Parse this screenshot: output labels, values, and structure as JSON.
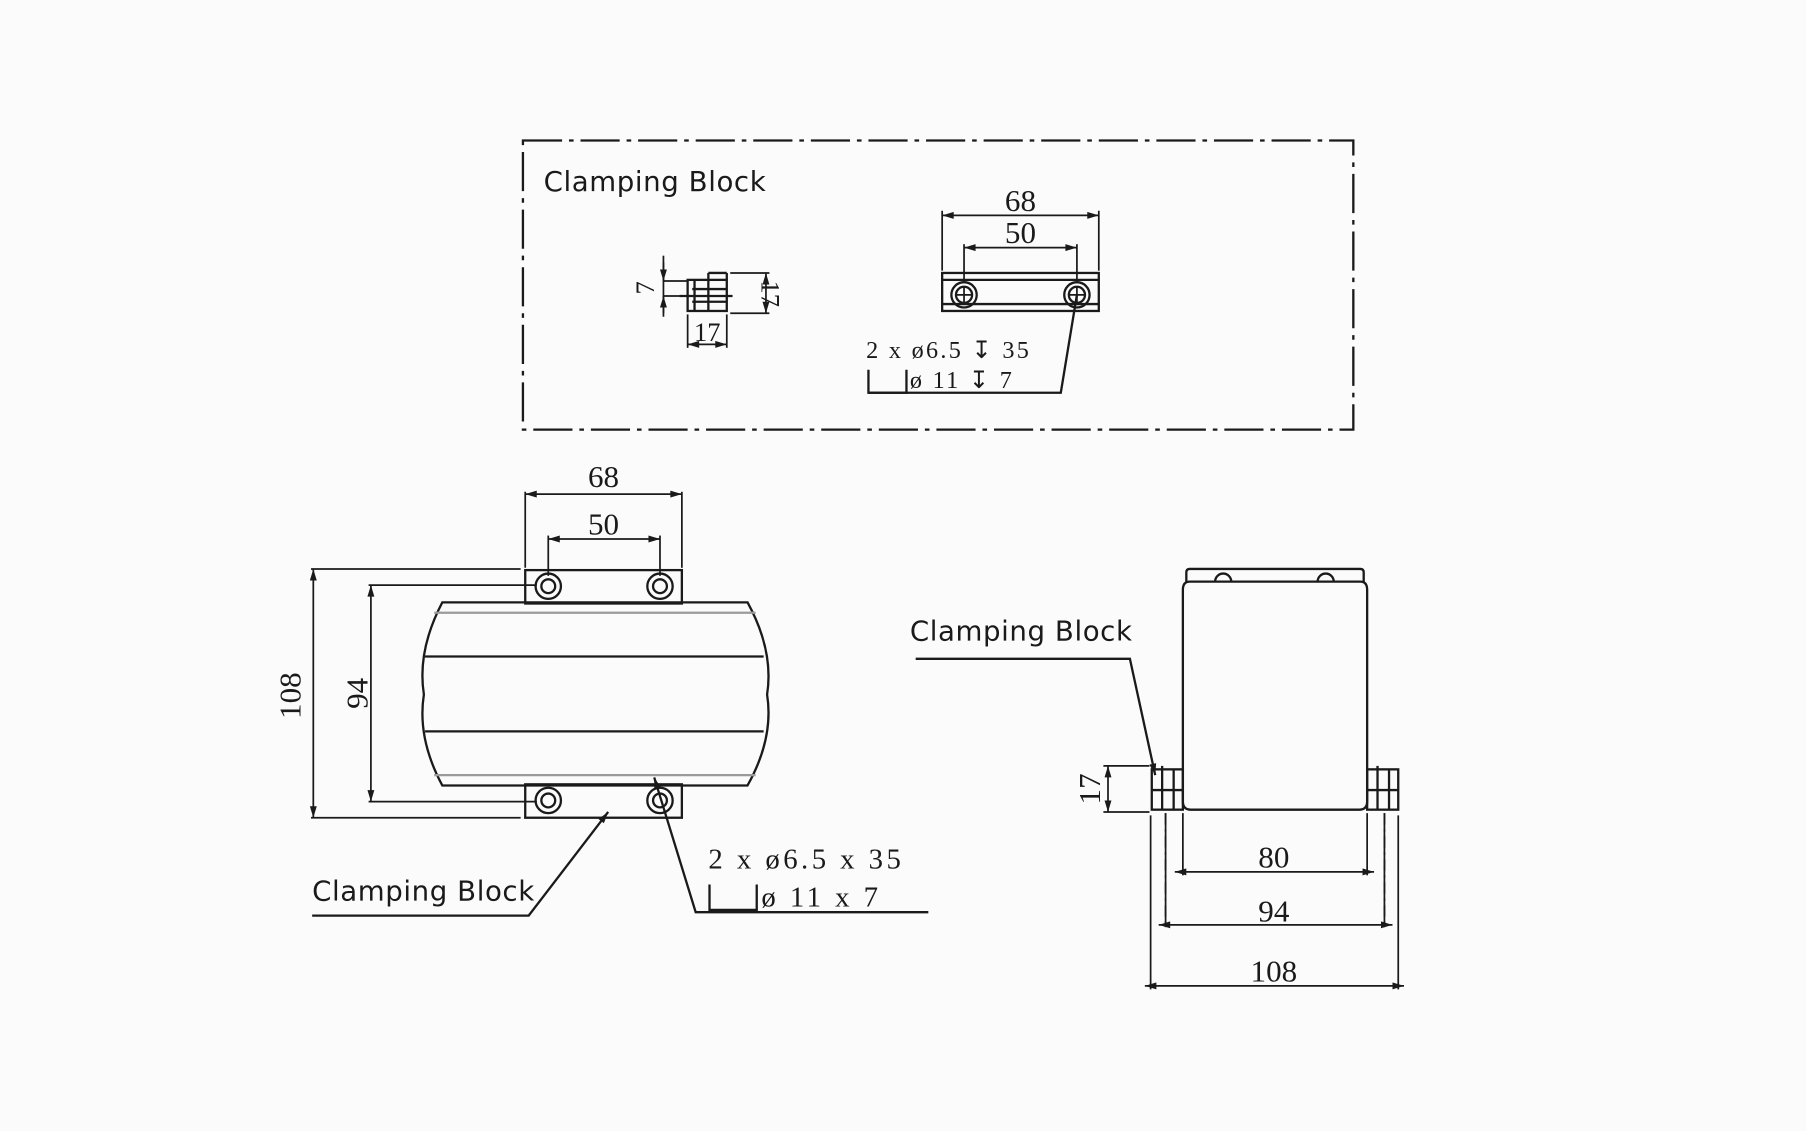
{
  "drawing": {
    "title": "Current transformer outline drawing with clamping block",
    "detail_box": {
      "label": "Clamping Block",
      "side_view": {
        "height_small": "7",
        "height": "17",
        "width": "17"
      },
      "top_view": {
        "overall_length": "68",
        "hole_spacing": "50"
      },
      "hole_note_line1": "2 x ø6.5 ↧ 35",
      "hole_note_line2_prefix": "⌴",
      "hole_note_line2": "ø 11 ↧ 7",
      "hole_note_parts": {
        "count": "2 x",
        "dia_symbol": "ø",
        "dia": "6.5",
        "depth_symbol": "↧",
        "depth": "35",
        "cbore_dia": "11",
        "cbore_depth": "7"
      }
    },
    "front_view": {
      "overall_block_length": "68",
      "hole_spacing": "50",
      "overall_height": "108",
      "hole_center_height": "94",
      "clamping_block_label": "Clamping Block",
      "hole_note_line1": "2 x ø6.5 x 35",
      "hole_note_line2": "ø 11 x 7"
    },
    "side_view": {
      "clamping_block_label": "Clamping Block",
      "block_height": "17",
      "body_width": "80",
      "hole_center_width": "94",
      "overall_width": "108"
    }
  }
}
